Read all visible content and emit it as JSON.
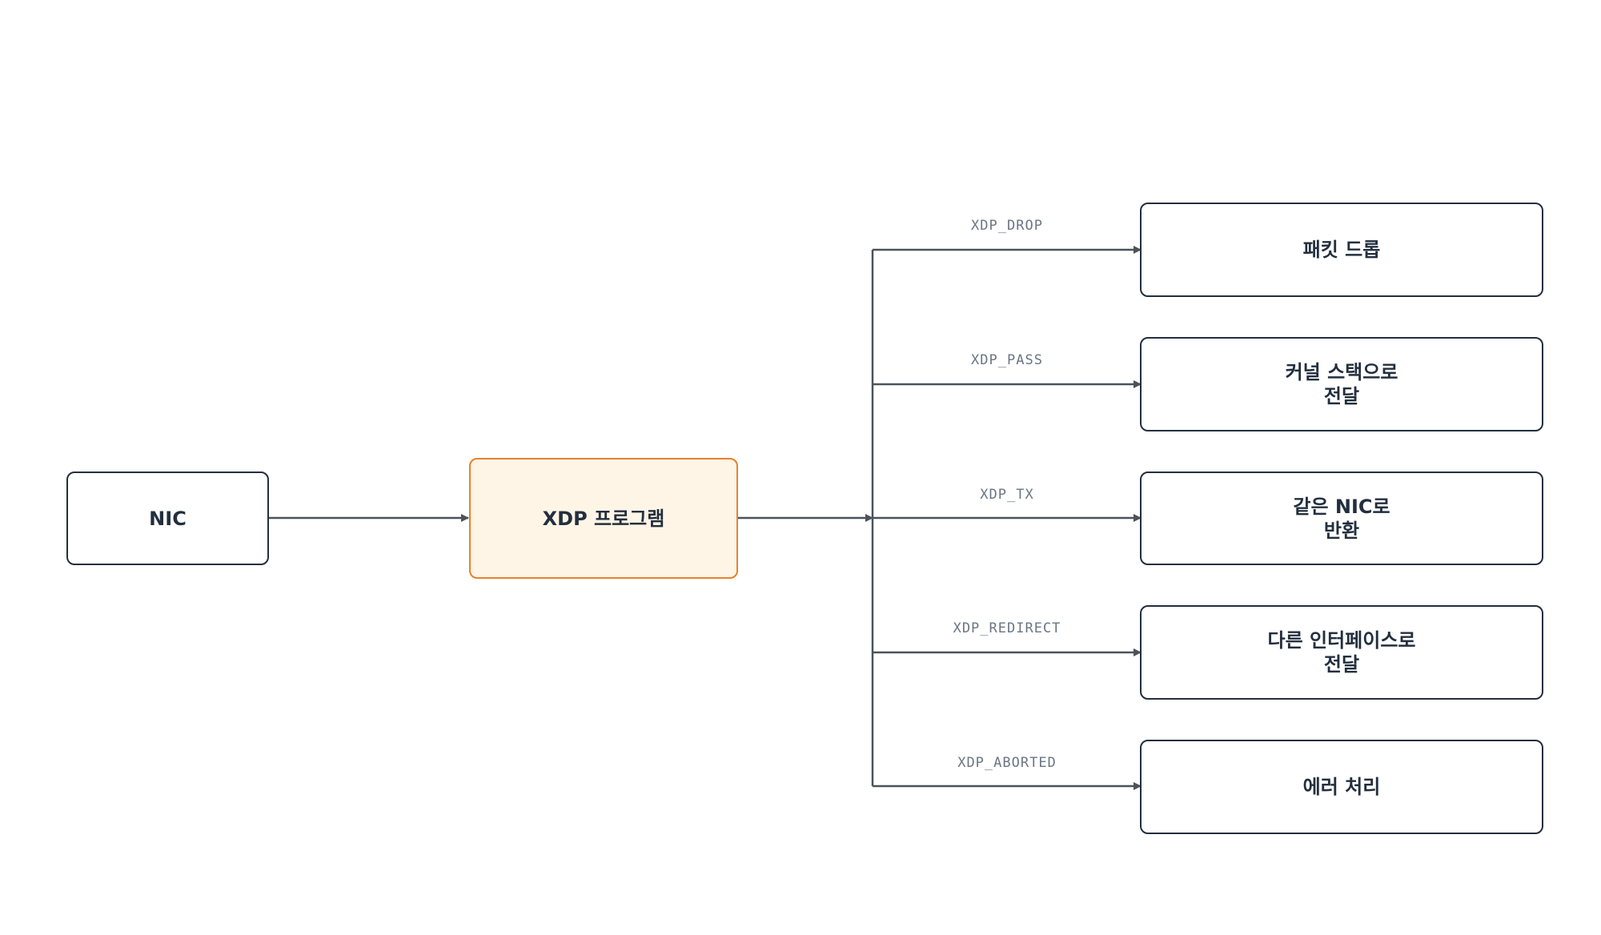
{
  "colors": {
    "stroke": "#4b525c",
    "node_border": "#232f3e",
    "highlight_border": "#e8812a",
    "highlight_fill": "#fef5e6",
    "label_text": "#6b7684"
  },
  "nodes": {
    "nic": "NIC",
    "xdp_program": "XDP 프로그램",
    "drop": "패킷 드롭",
    "pass": "커널 스택으로\n전달",
    "tx": "같은 NIC로\n반환",
    "redirect": "다른 인터페이스로\n전달",
    "aborted": "에러 처리"
  },
  "edges": {
    "drop": "XDP_DROP",
    "pass": "XDP_PASS",
    "tx": "XDP_TX",
    "redirect": "XDP_REDIRECT",
    "aborted": "XDP_ABORTED"
  }
}
